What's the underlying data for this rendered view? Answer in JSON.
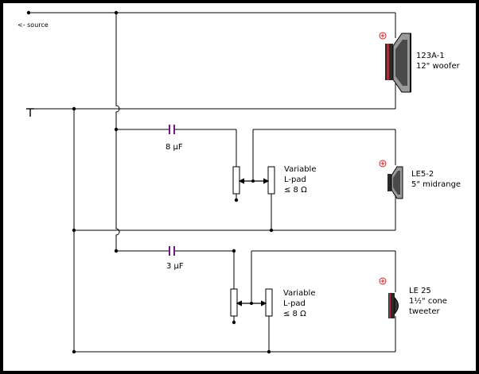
{
  "source_label": "<- source",
  "woofer": {
    "model": "123A-1",
    "desc": "12\" woofer"
  },
  "midrange": {
    "model": "LE5-2",
    "desc": "5\" midrange",
    "cap": "8 µF",
    "lpad": [
      "Variable",
      "L-pad",
      "≤ 8 Ω"
    ]
  },
  "tweeter": {
    "model": "LE 25",
    "desc": [
      "1½\" cone",
      "tweeter"
    ],
    "cap": "3 µF",
    "lpad": [
      "Variable",
      "L-pad",
      "≤ 8 Ω"
    ]
  },
  "colors": {
    "wire": "#000000",
    "cap": "#6a1b7a",
    "pole": "#d0202a",
    "speaker_dark": "#2a2a2a",
    "speaker_mid": "#7a7a7a",
    "pot_body": "#ffffff"
  },
  "icons": {
    "polarity": "plus-in-circle-icon",
    "ground": "ground-symbol-icon"
  }
}
